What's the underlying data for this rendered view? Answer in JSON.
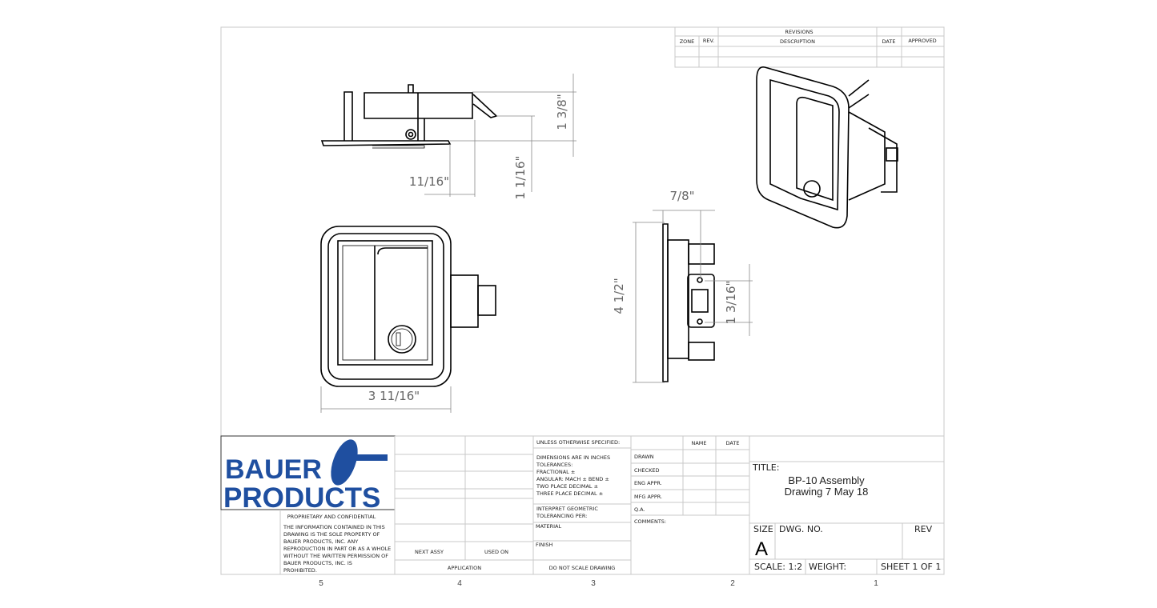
{
  "revisions": {
    "title": "REVISIONS",
    "headers": [
      "ZONE",
      "REV.",
      "DESCRIPTION",
      "DATE",
      "APPROVED"
    ]
  },
  "dimensions": {
    "side_height": "1 3/8\"",
    "side_offset": "1 1/16\"",
    "side_lip": "11/16\"",
    "end_depth": "7/8\"",
    "end_height": "4 1/2\"",
    "end_latch": "1 3/16\"",
    "front_width": "3 11/16\""
  },
  "logo": {
    "line1": "BAUER",
    "line2": "PRODUCTS",
    "brand_color": "#1f4fa0"
  },
  "proprietary": {
    "title": "PROPRIETARY AND CONFIDENTIAL",
    "lines": [
      "THE INFORMATION CONTAINED IN THIS",
      "DRAWING IS THE SOLE PROPERTY OF",
      "BAUER PRODUCTS, INC. ANY",
      "REPRODUCTION IN PART OR AS A WHOLE",
      "WITHOUT THE WRITTEN PERMISSION OF",
      "BAUER PRODUCTS, INC. IS",
      "PROHIBITED."
    ]
  },
  "application": {
    "next_assy": "NEXT ASSY",
    "used_on": "USED ON",
    "label": "APPLICATION"
  },
  "tolerances": {
    "header": "UNLESS OTHERWISE SPECIFIED:",
    "lines": [
      "DIMENSIONS ARE IN INCHES",
      "TOLERANCES:",
      "FRACTIONAL ±",
      "ANGULAR: MACH ±   BEND ±",
      "TWO PLACE DECIMAL   ±",
      "THREE PLACE DECIMAL  ±"
    ],
    "interpret": [
      "INTERPRET GEOMETRIC",
      "TOLERANCING PER:"
    ],
    "material": "MATERIAL",
    "finish": "FINISH",
    "no_scale": "DO NOT SCALE DRAWING"
  },
  "approvals": {
    "name": "NAME",
    "date": "DATE",
    "rows": [
      "DRAWN",
      "CHECKED",
      "ENG APPR.",
      "MFG APPR.",
      "Q.A."
    ],
    "comments": "COMMENTS:"
  },
  "title_block": {
    "title_label": "TITLE:",
    "title_line1": "BP-10 Assembly",
    "title_line2": "Drawing 7 May 18",
    "size_label": "SIZE",
    "size": "A",
    "dwg_no_label": "DWG. NO.",
    "rev_label": "REV",
    "scale": "SCALE: 1:2",
    "weight": "WEIGHT:",
    "sheet": "SHEET 1 OF 1"
  },
  "zones": [
    "5",
    "4",
    "3",
    "2",
    "1"
  ]
}
